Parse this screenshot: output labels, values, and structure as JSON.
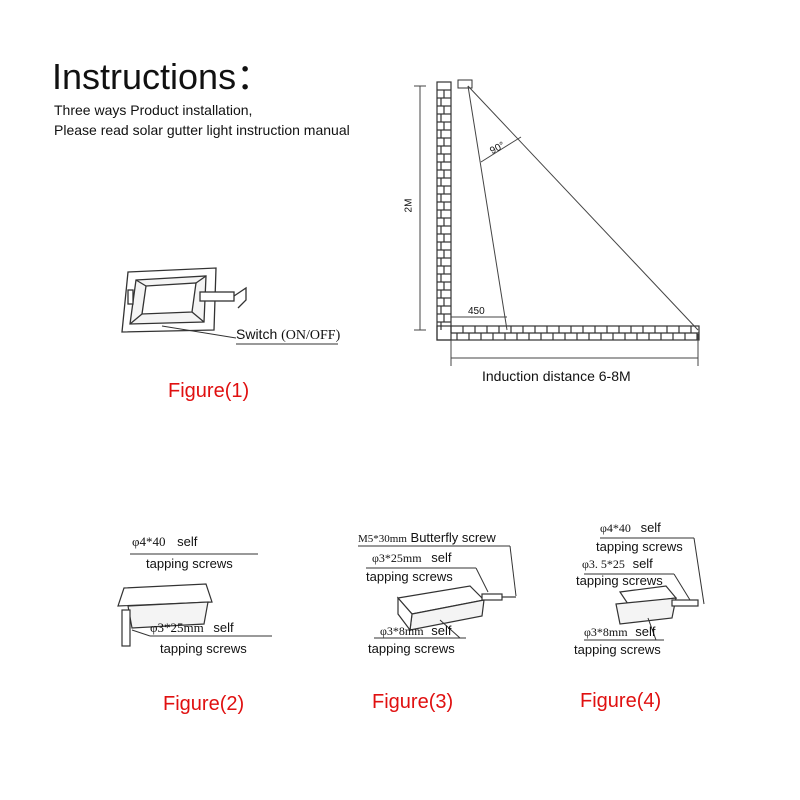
{
  "header": {
    "title": "Instructions：",
    "line1": "Three ways Product installation,",
    "line2": "Please read solar gutter light instruction manual"
  },
  "wall_diagram": {
    "angle_label": "90°",
    "height_label": "2M",
    "offset_label": "450",
    "distance_label": "Induction distance 6-8M"
  },
  "figure1": {
    "switch_label": "Switch",
    "switch_state": "(ON/OFF)",
    "caption": "Figure(1)"
  },
  "figure2": {
    "top_size": "φ4*40",
    "top_word": "self",
    "top_line2": "tapping screws",
    "bottom_size": "φ3*25mm",
    "bottom_word": "self",
    "bottom_line2": "tapping screws",
    "caption": "Figure(2)"
  },
  "figure3": {
    "butterfly_size": "M5*30mm",
    "butterfly_label": "Butterfly screw",
    "mid_size": "φ3*25mm",
    "mid_word": "self",
    "mid_line2": "tapping screws",
    "bottom_size": "φ3*8mm",
    "bottom_word": "self",
    "bottom_line2": "tapping screws",
    "caption": "Figure(3)"
  },
  "figure4": {
    "top_size": "φ4*40",
    "top_word": "self",
    "top_line2": "tapping screws",
    "mid_size": "φ3. 5*25",
    "mid_word": "self",
    "mid_line2": "tapping screws",
    "bottom_size": "φ3*8mm",
    "bottom_word": "self",
    "bottom_line2": "tapping screws",
    "caption": "Figure(4)"
  }
}
